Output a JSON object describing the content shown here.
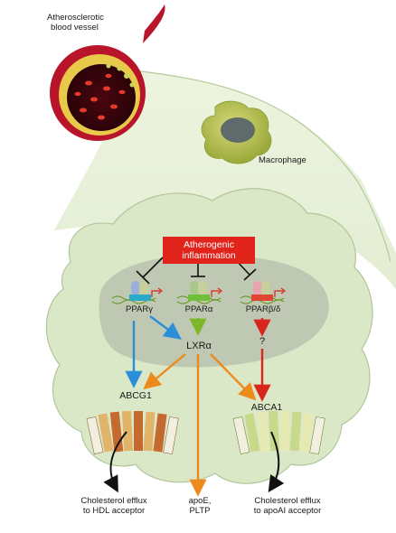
{
  "labels": {
    "vessel_line1": "Atherosclerotic",
    "vessel_line2": "blood vessel",
    "macrophage": "Macrophage",
    "inflammation_line1": "Atherogenic",
    "inflammation_line2": "inflammation",
    "ppar_gamma": "PPARγ",
    "ppar_alpha": "PPARα",
    "ppar_beta_delta": "PPARβ/δ",
    "lxr_alpha": "LXRα",
    "unknown": "?",
    "abcg1": "ABCG1",
    "abca1": "ABCA1",
    "efflux_hdl_line1": "Cholesterol efflux",
    "efflux_hdl_line2": "to HDL acceptor",
    "apoe_line1": "apoE,",
    "apoe_line2": "PLTP",
    "efflux_apoai_line1": "Cholesterol efflux",
    "efflux_apoai_line2": "to apoAI acceptor"
  },
  "colors": {
    "inflammation_box": "#e0231b",
    "arrow_blue": "#2a8fd8",
    "arrow_green": "#7cb62a",
    "arrow_orange": "#ec8b1c",
    "arrow_red": "#d9261c",
    "cell_fill": "#dbe8c8",
    "nucleus_fill": "#bfc8b2",
    "vessel_wall": "#b8142a"
  }
}
